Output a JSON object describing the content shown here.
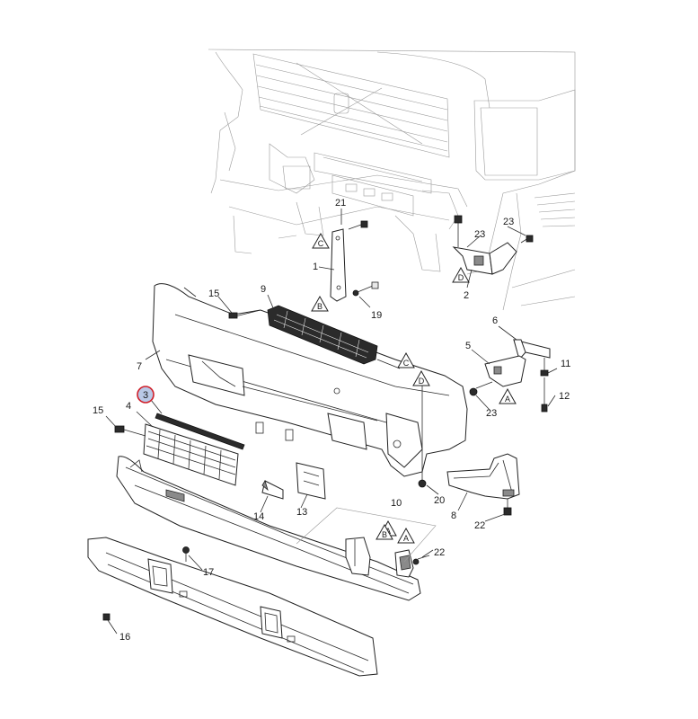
{
  "colors": {
    "line": "#222222",
    "light_line": "#9a9a9a",
    "highlight_ring": "#d0202a",
    "highlight_fill": "#b9c8e6"
  },
  "highlighted_part": "3",
  "part_labels": [
    "1",
    "2",
    "3",
    "4",
    "5",
    "6",
    "7",
    "8",
    "9",
    "10",
    "11",
    "12",
    "13",
    "14",
    "15",
    "15",
    "16",
    "17",
    "19",
    "20",
    "21",
    "22",
    "22",
    "23",
    "23",
    "23"
  ],
  "reference_letters": [
    "A",
    "A",
    "A",
    "B",
    "B",
    "C",
    "C",
    "D",
    "D"
  ]
}
